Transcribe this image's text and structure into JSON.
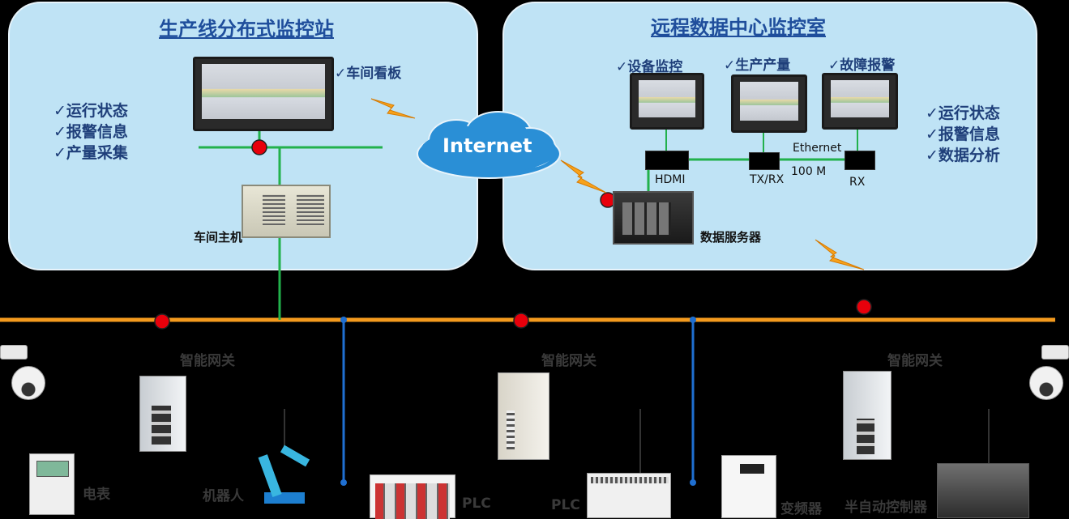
{
  "left_panel": {
    "title": "生产线分布式监控站",
    "checklist": [
      "✓运行状态",
      "✓报警信息",
      "✓产量采集"
    ],
    "monitor_label": "✓车间看板",
    "host_label": "车间主机"
  },
  "internet_label": "Internet",
  "right_panel": {
    "title": "远程数据中心监控室",
    "monitors": [
      "✓设备监控",
      "✓生产产量",
      "✓故障报警"
    ],
    "checklist": [
      "✓运行状态",
      "✓报警信息",
      "✓数据分析"
    ],
    "hdmi_label": "HDMI",
    "txrx_label": "TX/RX",
    "ethernet_label": "Ethernet",
    "speed_label": "100 M",
    "rx_label": "RX",
    "server_label": "数据服务器"
  },
  "field": {
    "gateways": [
      "智能网关",
      "智能网关",
      "智能网关"
    ],
    "devices": {
      "meter": "电表",
      "robot": "机器人",
      "plc1": "PLC",
      "plc2": "PLC",
      "inverter": "变频器",
      "controller": "半自动控制器"
    }
  },
  "colors": {
    "panel": "#bfe3f5",
    "title": "#1f4e9c",
    "bus": "#f39a1e",
    "green_link": "#22b14c",
    "blue_link": "#1f6fd1",
    "node": "#e8000b"
  }
}
